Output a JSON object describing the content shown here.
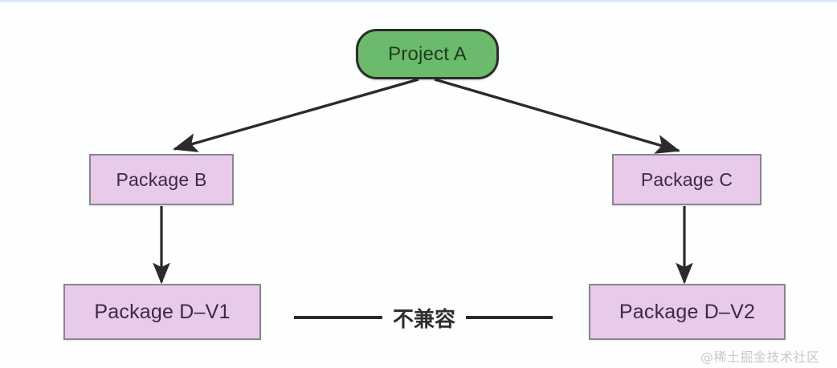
{
  "diagram": {
    "background_color": "#fdfefe",
    "nodes": {
      "project_a": {
        "label": "Project A",
        "fill": "#6cba6c",
        "stroke": "#2c2c2c",
        "shape": "rounded-rect"
      },
      "package_b": {
        "label": "Package B",
        "fill": "#e7cbe9",
        "stroke": "#8c8493",
        "shape": "rect"
      },
      "package_c": {
        "label": "Package C",
        "fill": "#e7cbe9",
        "stroke": "#8c8493",
        "shape": "rect"
      },
      "package_d_v1": {
        "label": "Package D–V1",
        "fill": "#e7cbe9",
        "stroke": "#8c8493",
        "shape": "rect"
      },
      "package_d_v2": {
        "label": "Package D–V2",
        "fill": "#e7cbe9",
        "stroke": "#8c8493",
        "shape": "rect"
      }
    },
    "edges": [
      {
        "from": "project_a",
        "to": "package_b",
        "style": "arrow"
      },
      {
        "from": "project_a",
        "to": "package_c",
        "style": "arrow"
      },
      {
        "from": "package_b",
        "to": "package_d_v1",
        "style": "arrow"
      },
      {
        "from": "package_c",
        "to": "package_d_v2",
        "style": "arrow"
      },
      {
        "from": "package_d_v1",
        "to": "package_d_v2",
        "style": "line",
        "label": "不兼容"
      }
    ],
    "incompatible_label": "不兼容",
    "watermark": "@稀土掘金技术社区"
  }
}
